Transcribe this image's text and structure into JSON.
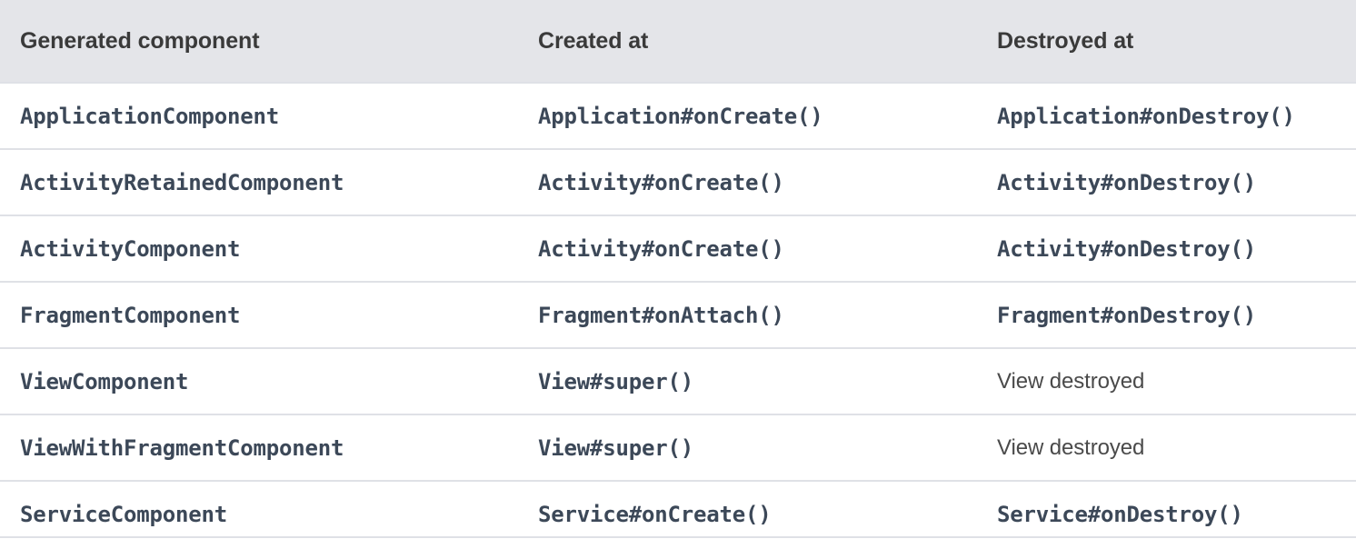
{
  "table": {
    "columns": [
      {
        "key": "component",
        "label": "Generated component"
      },
      {
        "key": "created",
        "label": "Created at"
      },
      {
        "key": "destroyed",
        "label": "Destroyed at"
      }
    ],
    "rows": [
      {
        "component": "ApplicationComponent",
        "created": "Application#onCreate()",
        "destroyed": "Application#onDestroy()",
        "component_style": "mono",
        "created_style": "mono",
        "destroyed_style": "mono"
      },
      {
        "component": "ActivityRetainedComponent",
        "created": "Activity#onCreate()",
        "destroyed": "Activity#onDestroy()",
        "component_style": "mono",
        "created_style": "mono",
        "destroyed_style": "mono"
      },
      {
        "component": "ActivityComponent",
        "created": "Activity#onCreate()",
        "destroyed": "Activity#onDestroy()",
        "component_style": "mono",
        "created_style": "mono",
        "destroyed_style": "mono"
      },
      {
        "component": "FragmentComponent",
        "created": "Fragment#onAttach()",
        "destroyed": "Fragment#onDestroy()",
        "component_style": "mono",
        "created_style": "mono",
        "destroyed_style": "mono"
      },
      {
        "component": "ViewComponent",
        "created": "View#super()",
        "destroyed": "View destroyed",
        "component_style": "mono",
        "created_style": "mono",
        "destroyed_style": "plain"
      },
      {
        "component": "ViewWithFragmentComponent",
        "created": "View#super()",
        "destroyed": "View destroyed",
        "component_style": "mono",
        "created_style": "mono",
        "destroyed_style": "plain"
      },
      {
        "component": "ServiceComponent",
        "created": "Service#onCreate()",
        "destroyed": "Service#onDestroy()",
        "component_style": "mono",
        "created_style": "mono",
        "destroyed_style": "mono"
      }
    ]
  },
  "colors": {
    "header_bg": "#e4e5e9",
    "header_text": "#3a3a3a",
    "mono_text": "#3c4858",
    "plain_text": "#4a4a4a",
    "row_divider": "#dfe1e6",
    "row_bg": "#ffffff"
  }
}
